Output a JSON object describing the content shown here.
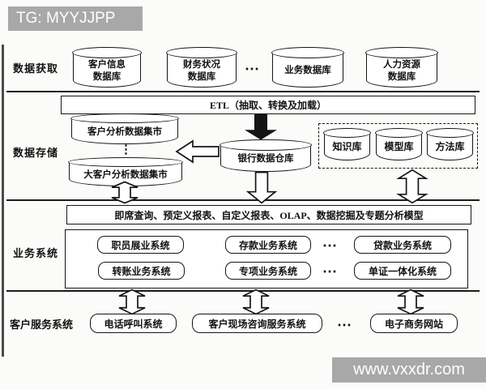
{
  "watermarks": {
    "top": "TG: MYYJJPP",
    "bottom": "www.vxxdr.com"
  },
  "misc": {
    "ellipsis_h": "⋯",
    "ellipsis_v": "⋮"
  },
  "colors": {
    "line": "#1c1c1c",
    "watermark_gray": "#a8a8a8",
    "background": "#fbfbf9"
  },
  "acquisition": {
    "label": "数据获取",
    "db_customer_info": "客户信息\n数据库",
    "db_financial_status": "财务状况\n数据库",
    "db_business": "业务数据库",
    "db_human_resource": "人力资源\n数据库"
  },
  "etl": {
    "label": "ETL（抽取、转换及加载）"
  },
  "storage": {
    "label": "数据存储",
    "mart_customer_analysis": "客户分析数据集市",
    "mart_key_customer_analysis": "大客户分析数据集市",
    "warehouse": "银行数据仓库",
    "knowledge_base": "知识库",
    "model_base": "模型库",
    "method_base": "方法库"
  },
  "analysis_bar": {
    "label": "即席查询、预定义报表、自定义报表、OLAP、数据挖掘及专题分析模型"
  },
  "business": {
    "label": "业务系统",
    "row1": [
      "职员展业系统",
      "存款业务系统",
      "贷款业务系统"
    ],
    "row2": [
      "转账业务系统",
      "专项业务系统",
      "单证一体化系统"
    ]
  },
  "service": {
    "label": "客户服务系统",
    "phone_call": "电话呼叫系统",
    "onsite_consulting": "客户现场咨询服务系统",
    "ecommerce_site": "电子商务网站"
  }
}
